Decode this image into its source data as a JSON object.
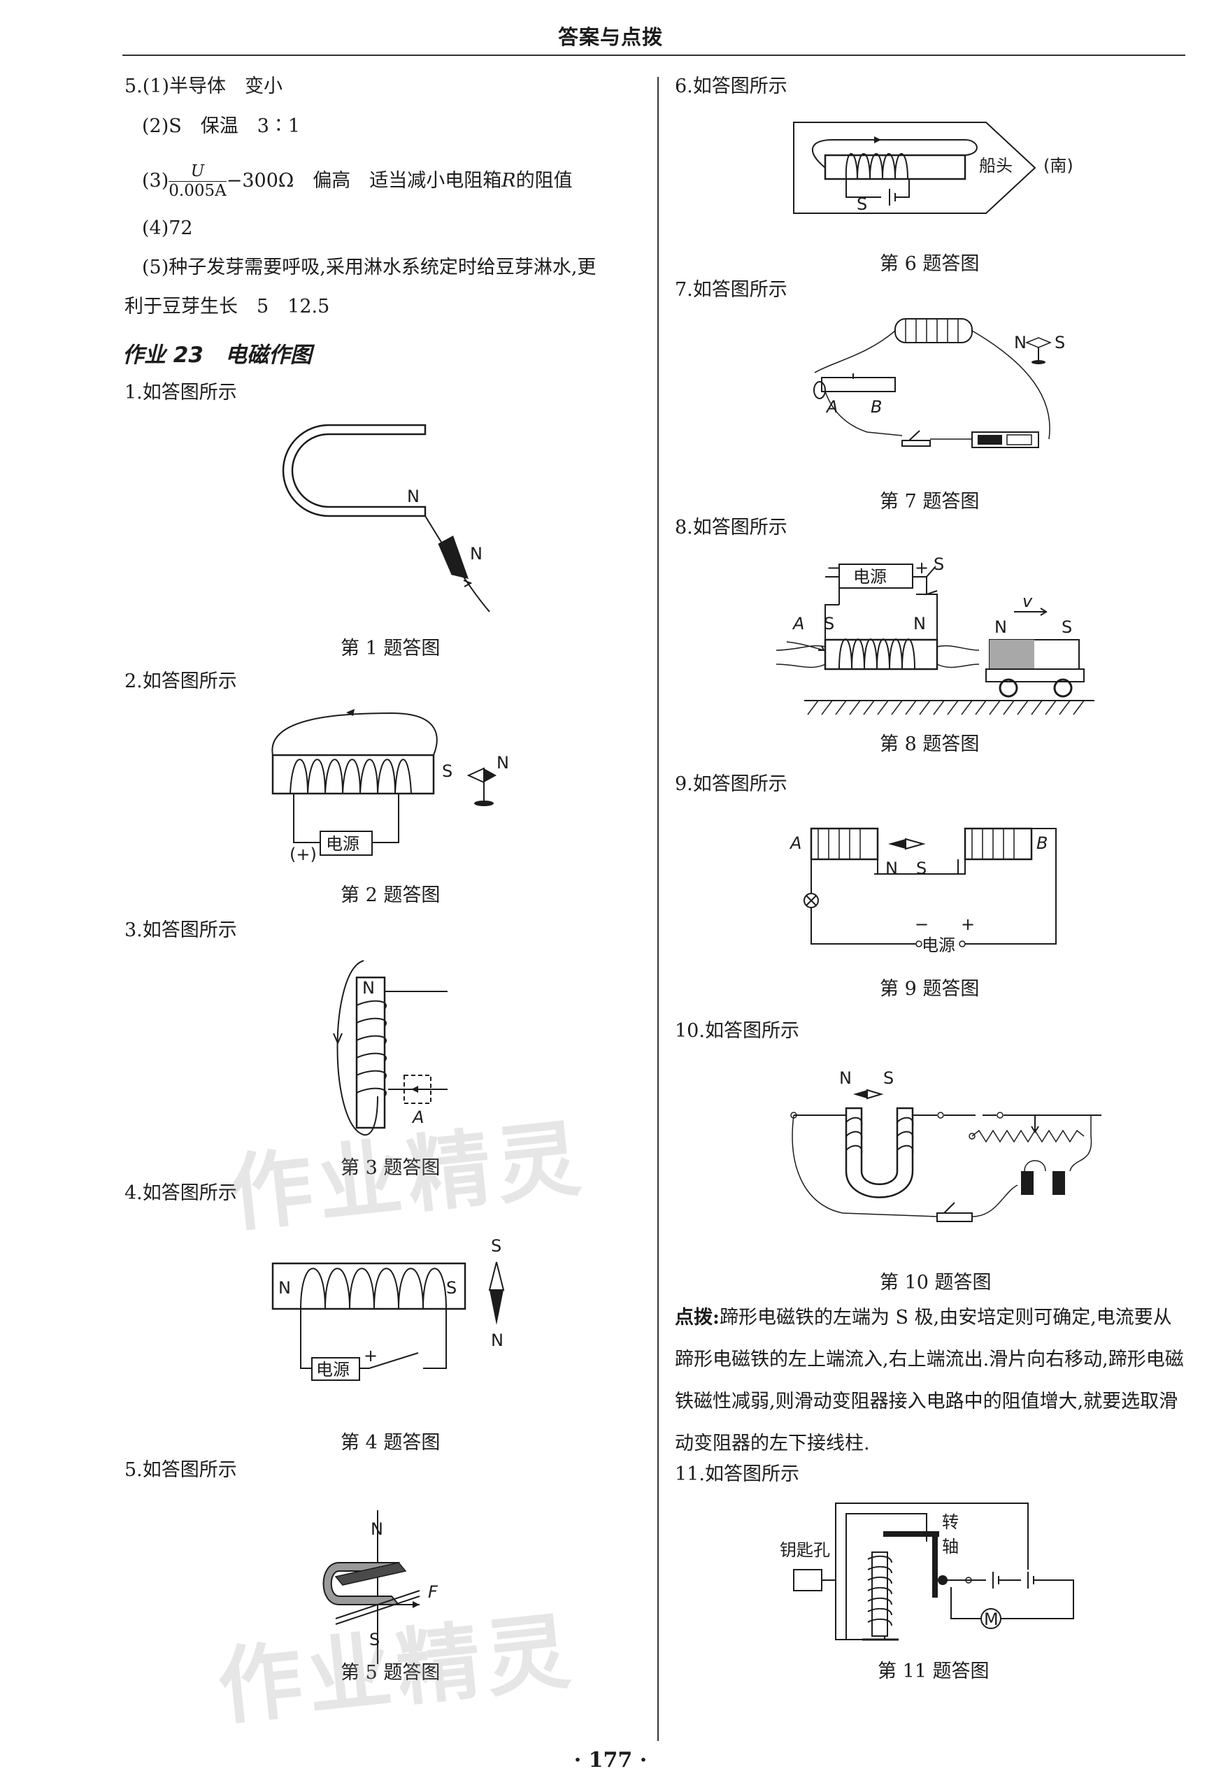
{
  "header": {
    "title": "答案与点拨"
  },
  "left": {
    "q5": {
      "l1": "5.(1)半导体　变小",
      "l2": "(2)S　保温　3∶1",
      "l3_prefix": "(3)",
      "l3_num": "U",
      "l3_den": "0.005A",
      "l3_rest": "−300Ω　偏高　适当减小电阻箱",
      "l3_var": "R",
      "l3_end": "的阻值",
      "l4": "(4)72",
      "l5a": "(5)种子发芽需要呼吸,采用淋水系统定时给豆芽淋水,更",
      "l5b": "利于豆芽生长　5　12.5"
    },
    "section_title": "作业 23　电磁作图",
    "q1": {
      "text": "1.如答图所示",
      "caption": "第 1 题答图",
      "labels": [
        "N",
        "N"
      ]
    },
    "q2": {
      "text": "2.如答图所示",
      "caption": "第 2 题答图",
      "labels": [
        "S",
        "N",
        "电源",
        "(+)"
      ]
    },
    "q3": {
      "text": "3.如答图所示",
      "caption": "第 3 题答图",
      "labels": [
        "N",
        "A"
      ]
    },
    "q4": {
      "text": "4.如答图所示",
      "caption": "第 4 题答图",
      "labels": [
        "N",
        "S",
        "S",
        "N",
        "电源",
        "+"
      ]
    },
    "q5b": {
      "text": "5.如答图所示",
      "caption": "第 5 题答图",
      "labels": [
        "N",
        "S",
        "F"
      ]
    }
  },
  "right": {
    "q6": {
      "text": "6.如答图所示",
      "caption": "第 6 题答图",
      "labels": [
        "船头",
        "(南)",
        "S"
      ]
    },
    "q7": {
      "text": "7.如答图所示",
      "caption": "第 7 题答图",
      "labels": [
        "N",
        "S",
        "A",
        "B"
      ]
    },
    "q8": {
      "text": "8.如答图所示",
      "caption": "第 8 题答图",
      "labels": [
        "−",
        "电源",
        "+",
        "S",
        "A",
        "S",
        "N",
        "v",
        "N",
        "S"
      ]
    },
    "q9": {
      "text": "9.如答图所示",
      "caption": "第 9 题答图",
      "labels": [
        "A",
        "B",
        "N",
        "S",
        "−",
        "+",
        "电源"
      ]
    },
    "q10": {
      "text": "10.如答图所示",
      "caption": "第 10 题答图",
      "labels": [
        "N",
        "S"
      ]
    },
    "hint": {
      "label": "点拨:",
      "text": "蹄形电磁铁的左端为 S 极,由安培定则可确定,电流要从蹄形电磁铁的左上端流入,右上端流出.滑片向右移动,蹄形电磁铁磁性减弱,则滑动变阻器接入电路中的阻值增大,就要选取滑动变阻器的左下接线柱."
    },
    "q11": {
      "text": "11.如答图所示",
      "caption": "第 11 题答图",
      "labels": [
        "钥匙孔",
        "转",
        "轴",
        "M"
      ]
    }
  },
  "page_number": "· 177 ·",
  "watermark": {
    "text": "作业精灵"
  }
}
